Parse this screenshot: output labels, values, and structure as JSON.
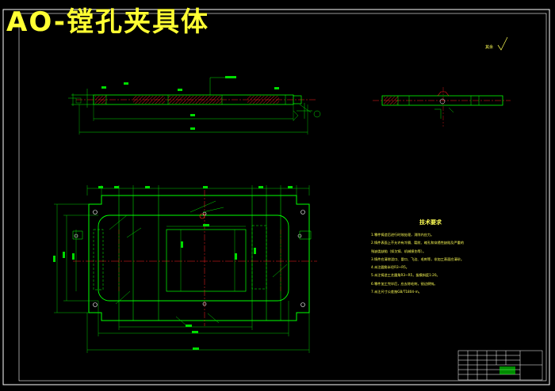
{
  "drawing": {
    "title": "AO-镗孔夹具体",
    "roughness_note": "其余",
    "tech_requirements": {
      "heading": "技术要求",
      "lines": [
        "1.零件铸造后进行时效处理，消除内应力。",
        "2.铸件表面上不允许有冷隔、裂纹、缩孔和穿透性缺陷及严重的",
        "残缺类缺陷（如欠铸、机械损伤等）。",
        "3.铸件应清除浇口、冒口、飞边、毛刺等，非加工表面应清砂。",
        "4.未注圆角半径R3~R5。",
        "5.未注铸造工艺圆角R3~R5，拔模斜度1:20。",
        "6.零件加工完毕后，应去除毛刺，锐边倒钝。",
        "7.未注尺寸公差按GB/T1804-m。"
      ]
    },
    "colors": {
      "background": "#000000",
      "frame": "#ffffff",
      "outline": "#00ff00",
      "dimension": "#00dd00",
      "centerline": "#ff2020",
      "section": "#00e0e0",
      "hatch": "#ff2020",
      "title_text": "#ffff33",
      "note_text": "#ffff55"
    }
  }
}
